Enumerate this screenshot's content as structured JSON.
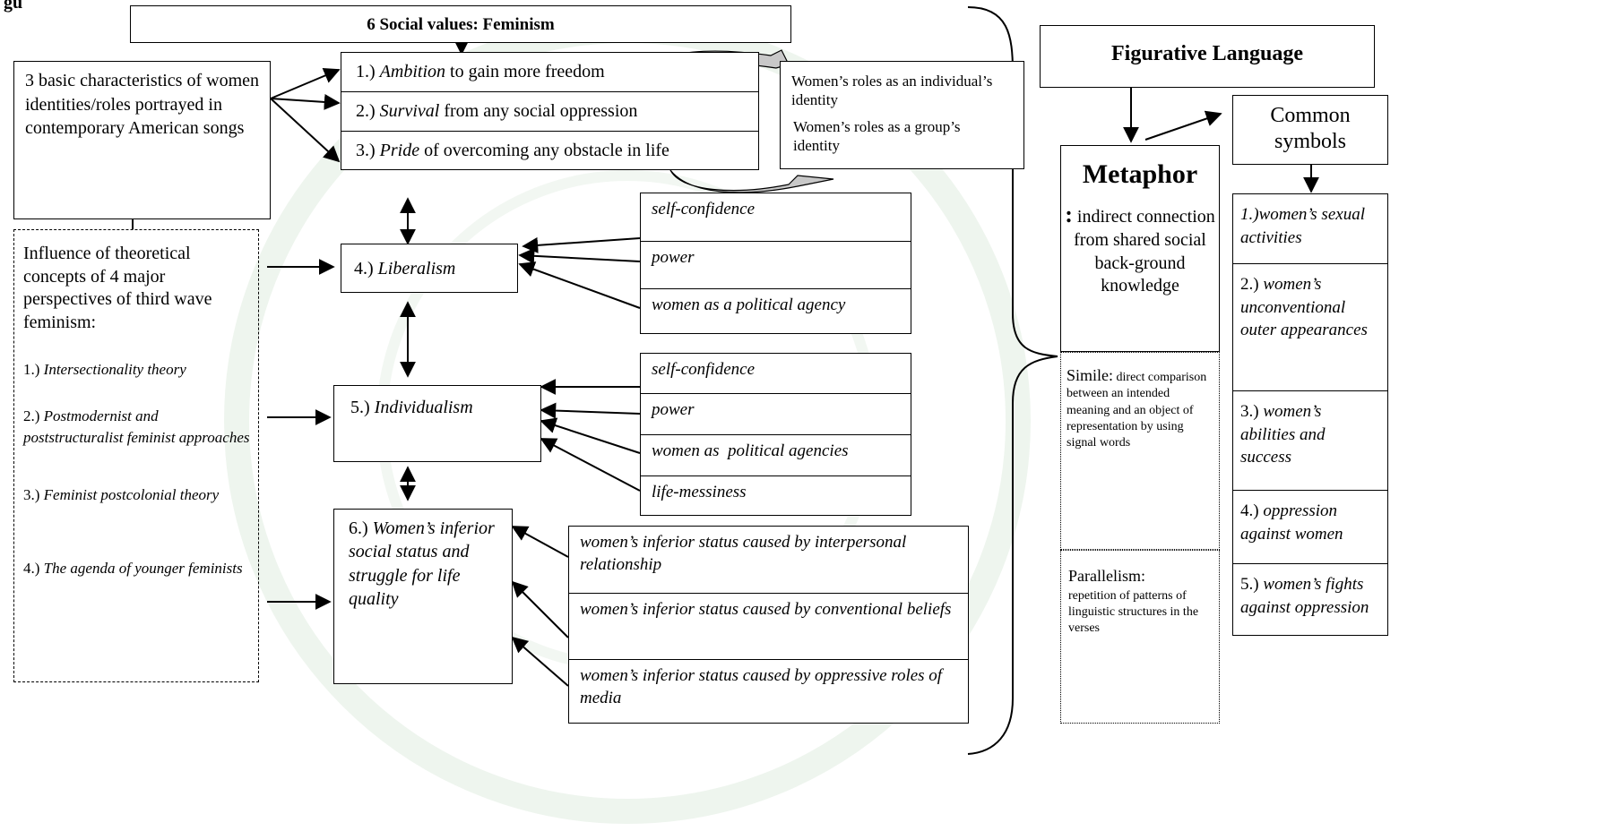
{
  "header_fragment": "gu",
  "title": "6 Social values: Feminism",
  "figurative_title": "Figurative Language",
  "characteristics_box": "3 basic characteristics of women identities/roles portrayed in contemporary American songs",
  "values": [
    {
      "num": "1.) ",
      "word": "Ambition",
      "rest": " to gain more freedom"
    },
    {
      "num": "2.) ",
      "word": "Survival",
      "rest": " from any social oppression"
    },
    {
      "num": "3.) ",
      "word": "Pride",
      "rest": " of overcoming any obstacle in life"
    }
  ],
  "roles": {
    "individual": "Women’s roles as an individual’s identity",
    "group": "Women’s roles as a group’s identity"
  },
  "influence": {
    "intro": "Influence of theoretical concepts of 4 major perspectives of third wave feminism:",
    "items": [
      {
        "num": "1.) ",
        "text": "Intersectionality theory"
      },
      {
        "num": "2.) ",
        "text": "Postmodernist and poststructuralist feminist approaches"
      },
      {
        "num": "3.) ",
        "text": "Feminist postcolonial theory"
      },
      {
        "num": "4.) ",
        "text": "The agenda of younger feminists"
      }
    ]
  },
  "liberalism": {
    "num": "4.) ",
    "label": "Liberalism"
  },
  "liberalism_items": [
    "self-confidence",
    "power",
    "women as a political agency"
  ],
  "individualism": {
    "num": "5.) ",
    "label": "Individualism"
  },
  "individualism_items": [
    "self-confidence",
    "power",
    "women as  political agencies",
    "life-messiness"
  ],
  "inferior": {
    "num": "6.) ",
    "label": "Women’s inferior social status and struggle for life quality"
  },
  "inferior_items": [
    "women’s inferior status caused by interpersonal relationship",
    "women’s inferior status caused by conventional beliefs",
    "women’s inferior status caused by oppressive roles of media"
  ],
  "metaphor": {
    "title": "Metaphor",
    "colon": ":",
    "desc": "indirect connection from shared social back-ground knowledge"
  },
  "simile": {
    "term": "Simile:",
    "desc": "direct comparison between an intended meaning and an object of representation by using signal words"
  },
  "parallelism": {
    "term": "Parallelism:",
    "desc": "repetition of patterns of linguistic structures in the verses"
  },
  "common_symbols": "Common symbols",
  "symbols": [
    {
      "num": "1.)",
      "text": "women’s sexual activities"
    },
    {
      "num": "2.) ",
      "text": "women’s unconventional outer appearances"
    },
    {
      "num": "3.) ",
      "text": "women’s abilities and success"
    },
    {
      "num": "4.) ",
      "text": "oppression against women"
    },
    {
      "num": "5.) ",
      "text": "women’s fights against oppression"
    }
  ],
  "colors": {
    "line": "#000000",
    "watermark": "#d9e8d9",
    "curved_arrow_fill": "#c8c8c8"
  }
}
